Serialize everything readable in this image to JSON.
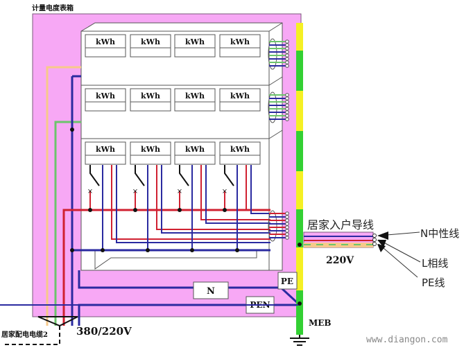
{
  "diagram": {
    "title": "计量电度表箱",
    "meter_label": "kWh",
    "rows": 3,
    "meters_per_row": 4,
    "bottom_boxes": {
      "n": "N",
      "pen": "PEN",
      "pe": "PE"
    },
    "incoming_label": "居家入户导线",
    "incoming_voltage": "220V",
    "supply_voltage": "380/220V",
    "supply_cable": "居家配电电缆2",
    "meb_label": "MEB",
    "legend": {
      "n": "N中性线",
      "l": "L相线",
      "pe": "PE线"
    },
    "watermark": "www.diangon.com",
    "colors": {
      "enclosure": "#f7a8f5",
      "neutral": "#2a2aa0",
      "phase": "#d02030",
      "pe": "#6cc46c",
      "phase2": "#f7c98a",
      "bus_yellow": "#f5f024",
      "bus_green": "#33d033"
    }
  }
}
